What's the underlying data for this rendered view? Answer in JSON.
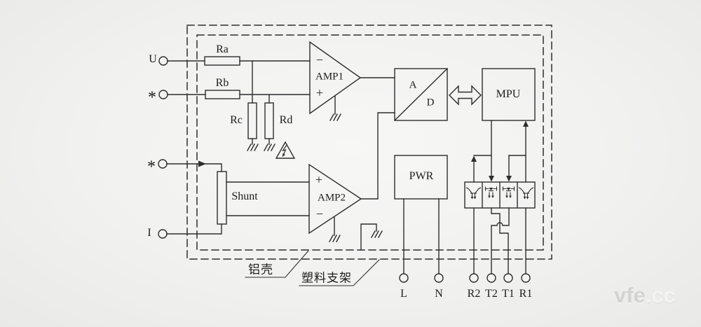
{
  "diagram": {
    "description": "Power transducer internal block diagram",
    "inputs": {
      "u": "U",
      "star_voltage": "*",
      "star_current": "*",
      "i": "I"
    },
    "components": {
      "ra": "Ra",
      "rb": "Rb",
      "rc": "Rc",
      "rd": "Rd",
      "shunt": "Shunt",
      "amp1": "AMP1",
      "amp2": "AMP2",
      "adc_top": "A",
      "adc_bottom": "D",
      "mpu": "MPU",
      "pwr": "PWR"
    },
    "opamp_signs": {
      "amp1_top": "−",
      "amp1_bottom": "+",
      "amp2_top": "+",
      "amp2_bottom": "−"
    },
    "output_terminals": [
      "L",
      "N",
      "R2",
      "T2",
      "T1",
      "R1"
    ],
    "enclosure_labels": {
      "aluminum_shell": "铝壳",
      "plastic_bracket": "塑料支架"
    },
    "icons": [
      "high-voltage-warning-icon",
      "ground-icon",
      "optocoupler-led-icon",
      "optocoupler-transistor-icon",
      "bidirectional-bus-arrow-icon"
    ],
    "colors": {
      "line": "#2d2d2d",
      "background": "#f1f1f0",
      "watermark_dark": "#d3d3d2",
      "watermark_light": "#f4f4f3"
    },
    "watermark": {
      "primary": "vfe",
      "secondary": ".cc"
    }
  }
}
